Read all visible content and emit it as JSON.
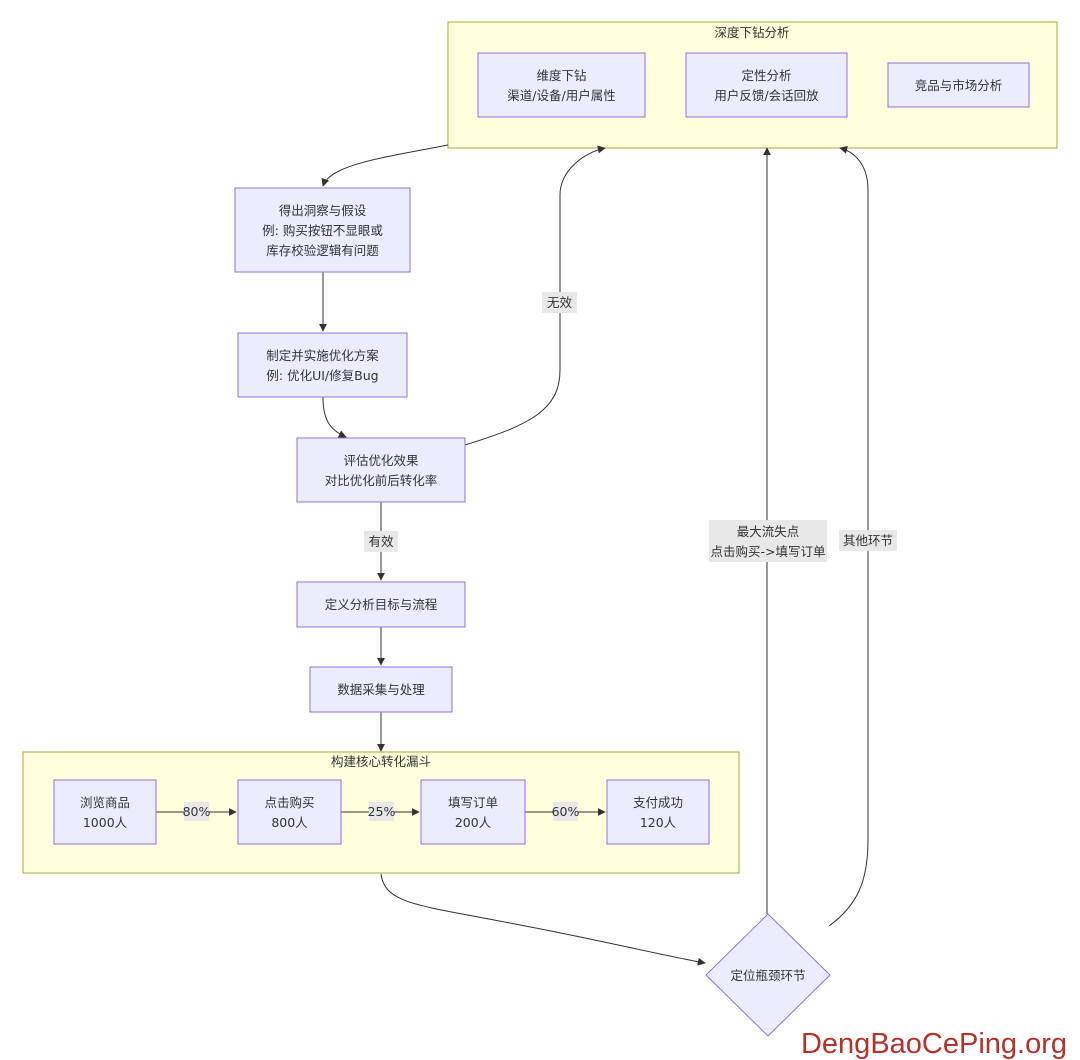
{
  "clusters": {
    "drill": {
      "title": "深度下钻分析"
    },
    "funnel": {
      "title": "构建核心转化漏斗"
    }
  },
  "nodes": {
    "dimension": [
      "维度下钻",
      "渠道/设备/用户属性"
    ],
    "qualitative": [
      "定性分析",
      "用户反馈/会话回放"
    ],
    "competitor": [
      "竞品与市场分析"
    ],
    "insight": [
      "得出洞察与假设",
      "例: 购买按钮不显眼或",
      "库存校验逻辑有问题"
    ],
    "plan": [
      "制定并实施优化方案",
      "例: 优化UI/修复Bug"
    ],
    "evaluate": [
      "评估优化效果",
      "对比优化前后转化率"
    ],
    "define": [
      "定义分析目标与流程"
    ],
    "collect": [
      "数据采集与处理"
    ],
    "browse": [
      "浏览商品",
      "1000人"
    ],
    "click": [
      "点击购买",
      "800人"
    ],
    "fill": [
      "填写订单",
      "200人"
    ],
    "pay": [
      "支付成功",
      "120人"
    ],
    "bottleneck": [
      "定位瓶颈环节"
    ]
  },
  "edge_labels": {
    "invalid": [
      "无效"
    ],
    "valid": [
      "有效"
    ],
    "rate1": [
      "80%"
    ],
    "rate2": [
      "25%"
    ],
    "rate3": [
      "60%"
    ],
    "max_loss": [
      "最大流失点",
      "点击购买->填写订单"
    ],
    "other": [
      "其他环节"
    ]
  },
  "watermark": "DengBaoCePing.org"
}
